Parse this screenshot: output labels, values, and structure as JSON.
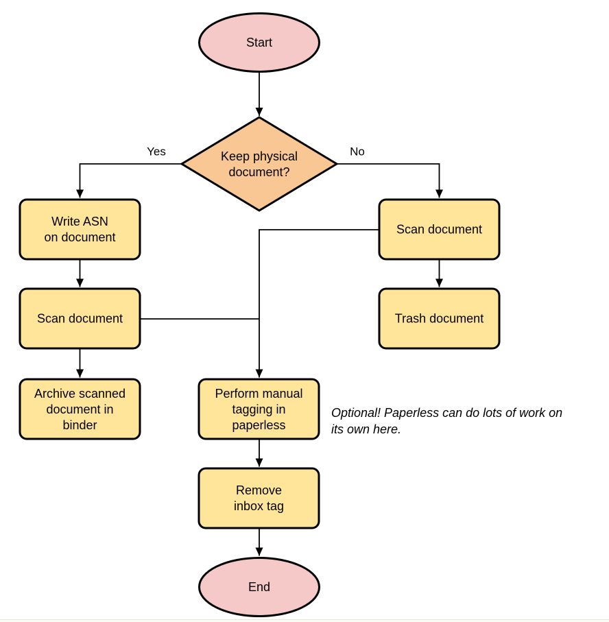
{
  "colors": {
    "terminal_fill": "#f6c9c9",
    "decision_fill": "#f9c794",
    "process_fill": "#ffe59a",
    "stroke": "#000000",
    "background": "#ffffff"
  },
  "nodes": {
    "start": {
      "type": "terminal",
      "lines": [
        "Start"
      ]
    },
    "decision": {
      "type": "decision",
      "lines": [
        "Keep physical",
        "document?"
      ]
    },
    "write_asn": {
      "type": "process",
      "lines": [
        "Write ASN",
        "on document"
      ]
    },
    "scan_left": {
      "type": "process",
      "lines": [
        "Scan document"
      ]
    },
    "archive": {
      "type": "process",
      "lines": [
        "Archive scanned",
        "document in",
        "binder"
      ]
    },
    "scan_right": {
      "type": "process",
      "lines": [
        "Scan document"
      ]
    },
    "trash": {
      "type": "process",
      "lines": [
        "Trash document"
      ]
    },
    "tagging": {
      "type": "process",
      "lines": [
        "Perform manual",
        "tagging in",
        "paperless"
      ]
    },
    "remove_inbox": {
      "type": "process",
      "lines": [
        "Remove",
        "inbox tag"
      ]
    },
    "end": {
      "type": "terminal",
      "lines": [
        "End"
      ]
    }
  },
  "edge_labels": {
    "yes": "Yes",
    "no": "No"
  },
  "annotation": {
    "lines": [
      "Optional! Paperless can do lots of work on",
      "its own here."
    ]
  }
}
